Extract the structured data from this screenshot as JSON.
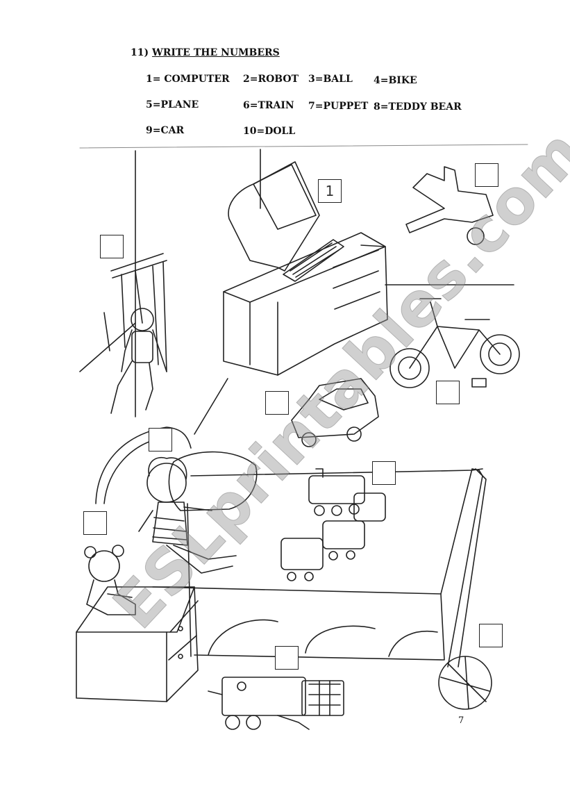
{
  "worksheet": {
    "number": "11)",
    "instruction": "WRITE THE NUMBERS",
    "key": [
      {
        "label": "1= COMPUTER"
      },
      {
        "label": "2=ROBOT"
      },
      {
        "label": "3=BALL"
      },
      {
        "label": "4=BIKE"
      },
      {
        "label": "5=PLANE"
      },
      {
        "label": "6=TRAIN"
      },
      {
        "label": "7=PUPPET"
      },
      {
        "label": "8=TEDDY BEAR"
      },
      {
        "label": "9=CAR"
      },
      {
        "label": "10=DOLL"
      }
    ],
    "answer_boxes": [
      {
        "item": "computer",
        "value": "1"
      },
      {
        "item": "plane",
        "value": ""
      },
      {
        "item": "puppet",
        "value": ""
      },
      {
        "item": "bike",
        "value": ""
      },
      {
        "item": "car",
        "value": ""
      },
      {
        "item": "doll",
        "value": ""
      },
      {
        "item": "train",
        "value": ""
      },
      {
        "item": "teddy-bear",
        "value": ""
      },
      {
        "item": "ball",
        "value": ""
      },
      {
        "item": "robot",
        "value": ""
      }
    ],
    "page_number": "7"
  },
  "watermark": {
    "text": "ESLprintables.com"
  },
  "colors": {
    "ink": "#111111",
    "watermark": "#969696"
  }
}
